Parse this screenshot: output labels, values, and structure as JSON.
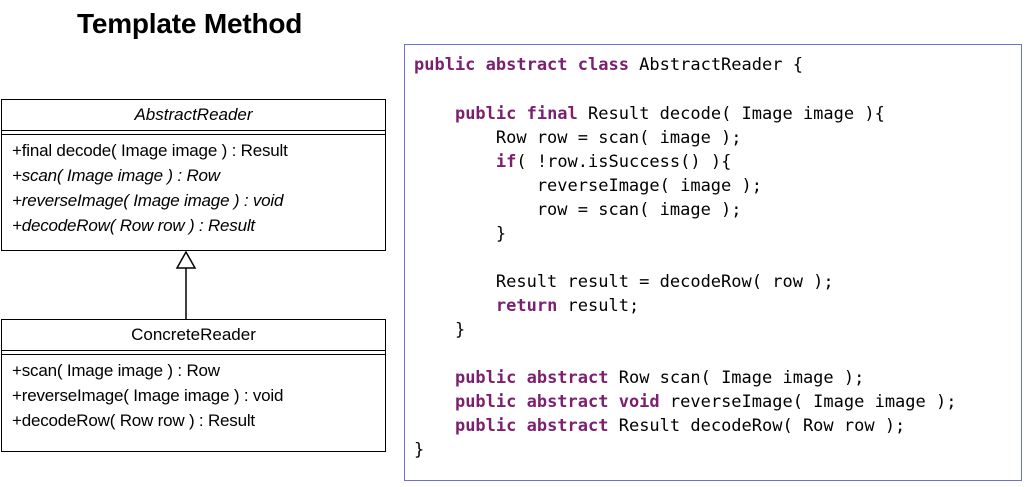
{
  "title": "Template Method",
  "abstract_class": {
    "name": "AbstractReader",
    "methods": [
      "+final decode( Image image ) : Result",
      "+scan( Image image ) : Row",
      "+reverseImage( Image image ) : void",
      "+decodeRow( Row row ) : Result"
    ]
  },
  "concrete_class": {
    "name": "ConcreteReader",
    "methods": [
      "+scan( Image image ) : Row",
      "+reverseImage( Image image ) : void",
      "+decodeRow( Row row ) : Result"
    ]
  },
  "code": {
    "keyword_color": "#7b1f6e",
    "lines": [
      [
        {
          "k": "public abstract class"
        },
        {
          "t": " AbstractReader {"
        }
      ],
      [],
      [
        {
          "t": "    "
        },
        {
          "k": "public final"
        },
        {
          "t": " Result decode( Image image ){"
        }
      ],
      [
        {
          "t": "        Row row = scan( image );"
        }
      ],
      [
        {
          "t": "        "
        },
        {
          "k": "if"
        },
        {
          "t": "( !row.isSuccess() ){"
        }
      ],
      [
        {
          "t": "            reverseImage( image );"
        }
      ],
      [
        {
          "t": "            row = scan( image );"
        }
      ],
      [
        {
          "t": "        }"
        }
      ],
      [],
      [
        {
          "t": "        Result result = decodeRow( row );"
        }
      ],
      [
        {
          "t": "        "
        },
        {
          "k": "return"
        },
        {
          "t": " result;"
        }
      ],
      [
        {
          "t": "    }"
        }
      ],
      [],
      [
        {
          "t": "    "
        },
        {
          "k": "public abstract"
        },
        {
          "t": " Row scan( Image image );"
        }
      ],
      [
        {
          "t": "    "
        },
        {
          "k": "public abstract void"
        },
        {
          "t": " reverseImage( Image image );"
        }
      ],
      [
        {
          "t": "    "
        },
        {
          "k": "public abstract"
        },
        {
          "t": " Result decodeRow( Row row );"
        }
      ],
      [
        {
          "t": "}"
        }
      ]
    ]
  }
}
